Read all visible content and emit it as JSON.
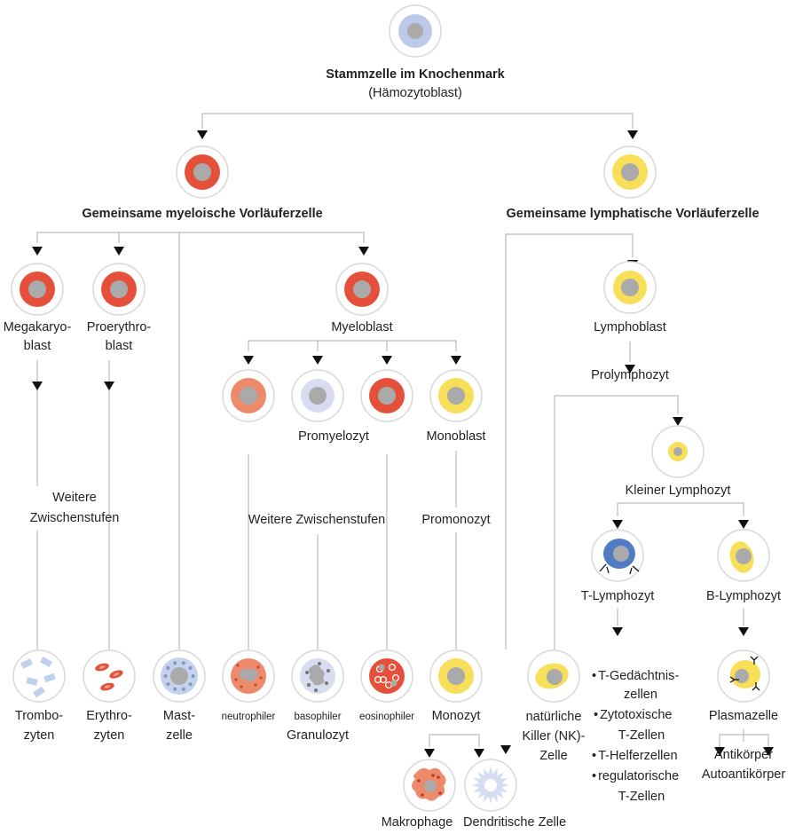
{
  "colors": {
    "line": "#bbbbbb",
    "arrow": "#111111",
    "ring": "#d8d8d8",
    "nucleus": "#aaaaaa",
    "stem": "#bcc9e8",
    "myeloid": "#e5503a",
    "lymphoid": "#f7df5a",
    "light_salmon": "#ee8a6c",
    "lavender": "#d9dcf0",
    "t_cell": "#4f7cc2",
    "mast": "#c5d2ee",
    "platelet": "#bed0ea",
    "dendritic": "#d6dcf2"
  },
  "labels": {
    "stem_title": "Stammzelle im Knochenmark",
    "stem_sub": "(Hämozytoblast)",
    "myeloid_progenitor": "Gemeinsame myeloische Vorläuferzelle",
    "lymphoid_progenitor": "Gemeinsame lymphatische Vorläuferzelle",
    "megakaryoblast": [
      "Megakaryo-",
      "blast"
    ],
    "proerythroblast": [
      "Proerythro-",
      "blast"
    ],
    "myeloblast": "Myeloblast",
    "lymphoblast": "Lymphoblast",
    "prolymphozyt": "Prolymphozyt",
    "promyelozyt": "Promyelozyt",
    "monoblast": "Monoblast",
    "weitere_left": [
      "Weitere",
      "Zwischenstufen"
    ],
    "weitere_mid": "Weitere Zwischenstufen",
    "promonozyt": "Promonozyt",
    "kleiner_lymphozyt": "Kleiner Lymphozyt",
    "t_lymphozyt": "T-Lymphozyt",
    "b_lymphozyt": "B-Lymphozyt",
    "trombozyten": [
      "Trombo-",
      "zyten"
    ],
    "erythrozyten": [
      "Erythro-",
      "zyten"
    ],
    "mastzelle": [
      "Mast-",
      "zelle"
    ],
    "neutrophiler": "neutrophiler",
    "basophiler": "basophiler",
    "eosinophiler": "eosinophiler",
    "granulozyt": "Granulozyt",
    "monozyt": "Monozyt",
    "nk_zelle": [
      "natürliche",
      "Killer (NK)-",
      "Zelle"
    ],
    "t_subtypes": [
      "T-Gedächtnis-",
      "zellen",
      "Zytotoxische",
      "T-Zellen",
      "T-Helferzellen",
      "regulatorische",
      "T-Zellen"
    ],
    "plasmazelle": "Plasmazelle",
    "antikoerper": [
      "Antikörper",
      "Autoantikörper"
    ],
    "makrophage": "Makrophage",
    "dendritische": "Dendritische Zelle"
  }
}
